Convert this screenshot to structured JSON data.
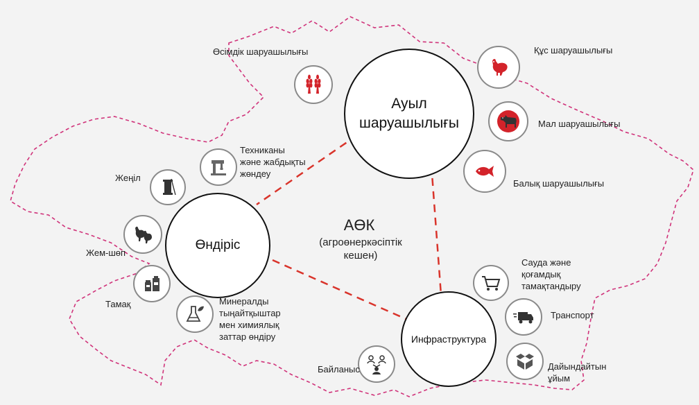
{
  "hubs": {
    "agriculture": "Ауыл\nшаруашылығы",
    "production": "Өндіріс",
    "infrastructure": "Инфраструктура"
  },
  "center": {
    "title": "АӨК",
    "subtitle": "(агроөнеркәсіптік\nкешен)"
  },
  "labels": {
    "crop": "Өсімдік шаруашылығы",
    "poultry": "Құс шаруашылығы",
    "livestock": "Мал шаруашылығы",
    "fish": "Балық шаруашылығы",
    "repair": "Техниканы\nжәне жабдықты\nжөндеу",
    "light": "Жеңіл",
    "feed": "Жем-шөп",
    "food": "Тамақ",
    "fertilizer": "Минералды\nтыңайтқыштар\nмен химиялық\nзаттар өндіру",
    "trade": "Сауда және\nқоғамдық\nтамақтандыру",
    "transport": "Транспорт",
    "storage": "Дайындайтын\nұйым",
    "communication": "Байланыс"
  },
  "colors": {
    "border": "#d0337a",
    "link": "#d9342b",
    "accent_red": "#d3232a"
  }
}
